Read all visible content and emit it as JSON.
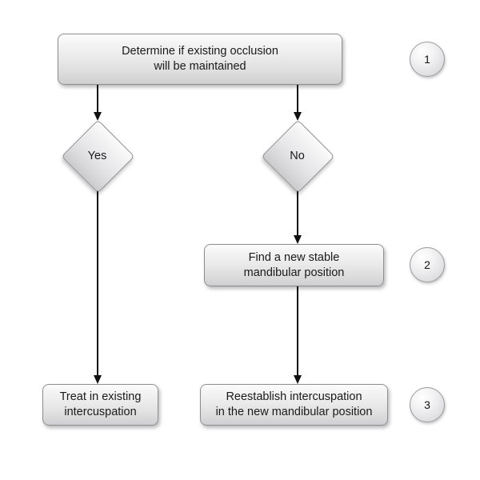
{
  "diagram": {
    "title": "Occlusion treatment decision flowchart",
    "type": "flowchart",
    "background_color": "#ffffff",
    "node_fill_top": "#fdfdfd",
    "node_fill_bottom": "#cfcfd1",
    "node_border_color": "#8e8e91",
    "connector_color": "#111111",
    "text_color": "#1a1a1a"
  },
  "nodes": {
    "start_box": {
      "shape": "rounded-rectangle",
      "label": "Determine if existing occlusion\nwill be maintained"
    },
    "decision_yes": {
      "shape": "diamond",
      "label": "Yes"
    },
    "decision_no": {
      "shape": "diamond",
      "label": "No"
    },
    "find_position_box": {
      "shape": "rounded-rectangle",
      "label": "Find a new stable\nmandibular position"
    },
    "treat_existing_box": {
      "shape": "rounded-rectangle",
      "label": "Treat in existing\nintercuspation"
    },
    "reestablish_box": {
      "shape": "rounded-rectangle",
      "label": "Reestablish intercuspation\nin the new mandibular position"
    }
  },
  "markers": [
    {
      "number": "1",
      "aligned_with": "start_box"
    },
    {
      "number": "2",
      "aligned_with": "find_position_box"
    },
    {
      "number": "3",
      "aligned_with": "reestablish_box"
    }
  ],
  "connectors": [
    {
      "from": "start_box",
      "to": "decision_yes",
      "direction": "down"
    },
    {
      "from": "start_box",
      "to": "decision_no",
      "direction": "down"
    },
    {
      "from": "decision_yes",
      "to": "treat_existing_box",
      "direction": "down"
    },
    {
      "from": "decision_no",
      "to": "find_position_box",
      "direction": "down"
    },
    {
      "from": "find_position_box",
      "to": "reestablish_box",
      "direction": "down"
    }
  ]
}
